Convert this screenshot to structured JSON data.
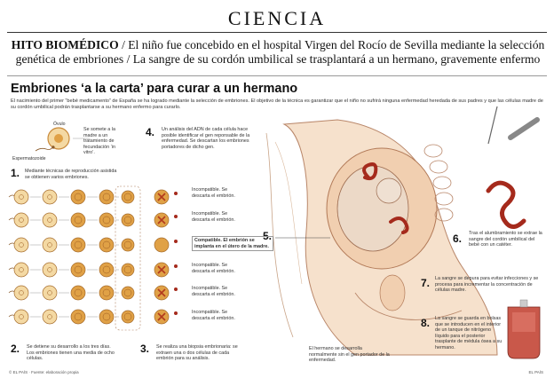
{
  "section": "CIENCIA",
  "headline": {
    "lead": "HITO BIOMÉDICO",
    "text": " / El niño fue concebido en el hospital Virgen del Rocío de Sevilla mediante la selección genética de embriones / La sangre de su cordón umbilical se trasplantará a un hermano, gravemente enfermo"
  },
  "feature_title": "Embriones ‘a la carta’ para curar a un hermano",
  "intro": "El nacimiento del primer “bebé medicamento” de España se ha logrado mediante la selección de embriones. El objetivo de la técnica es garantizar que el niño no sufrirá ninguna enfermedad heredada de sus padres y que las células madre de su cordón umbilical podrán trasplantarse a su hermano enfermo para curarlo.",
  "labels": {
    "ovulo": "Óvulo",
    "espermatozoide": "Espermatozoide"
  },
  "fertilization_note": "Se somete a la madre a un tratamiento de fecundación ‘in vitro’.",
  "steps": [
    {
      "num": "1.",
      "text": "Mediante técnicas de reproducción asistida se obtienen varios embriones."
    },
    {
      "num": "2.",
      "text": "Se detiene su desarrollo a los tres días. Los embriones tienen una media de ocho células."
    },
    {
      "num": "3.",
      "text": "Se realiza una biopsia embrionaria: se extraen una o dos células de cada embrión para su análisis."
    },
    {
      "num": "4.",
      "text": "Un análisis del ADN de cada célula hace posible identificar el gen reponsable de la enfermedad. Se descartan los embriones portadores de dicho gen."
    },
    {
      "num": "5.",
      "text": ""
    },
    {
      "num": "6.",
      "text": "Tras el alumbramiento se extrae la sangre del cordón umbilical del bebé con un catéter."
    },
    {
      "num": "7.",
      "text": "La sangre se depura para evitar infecciones y se procesa para incrementar la concentración de células madre."
    },
    {
      "num": "8.",
      "text": "La sangre se guarda en bolsas que se introducen en el interior de un tanque de nitrógeno líquido para el posterior trasplante de médula ósea a su hermano."
    }
  ],
  "results": [
    {
      "text": "Incompatible. Se descarta el embrión.",
      "compatible": false
    },
    {
      "text": "Incompatible. Se descarta el embrión.",
      "compatible": false
    },
    {
      "text": "Compatible. El embrión se implanta en el útero de la madre.",
      "compatible": true
    },
    {
      "text": "Incompatible. Se descarta el embrión.",
      "compatible": false
    },
    {
      "text": "Incompatible. Se descarta el embrión.",
      "compatible": false
    },
    {
      "text": "Incompatible. Se descarta el embrión.",
      "compatible": false
    }
  ],
  "fetus_note": "El hermano se desarrolla normalmente sin el gen portador de la enfermedad.",
  "footer_left": "© EL PAÍS · Fuente: elaboración propia",
  "footer_right": "EL PAÍS",
  "colors": {
    "embryo": "#e0a146",
    "embryo_light": "#f4d9a3",
    "reject_x": "#b23a1e",
    "blood": "#a52a1c",
    "body_fill": "#f6e1cc",
    "body_line": "#b9876a"
  }
}
